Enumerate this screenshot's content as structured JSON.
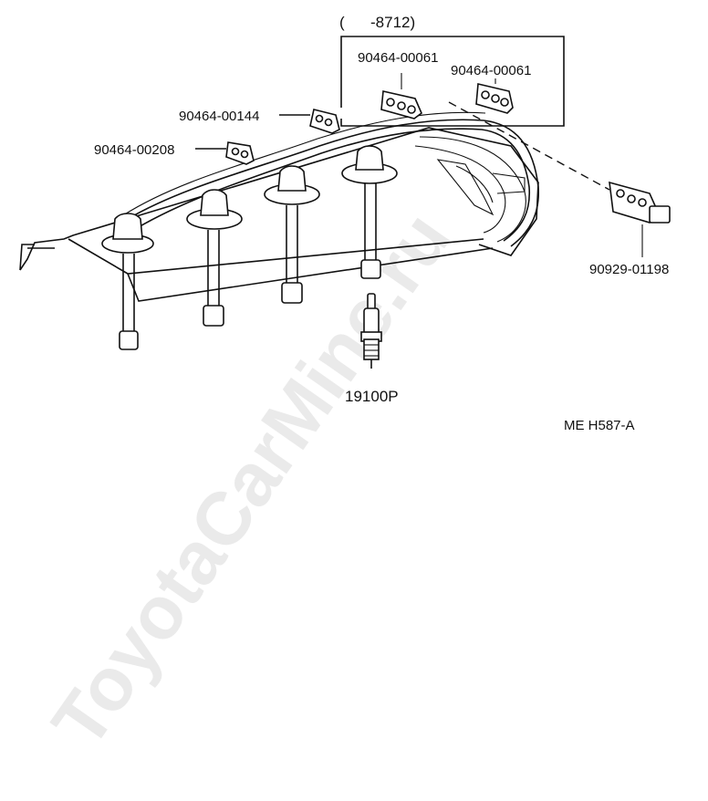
{
  "diagram": {
    "watermark": "ToyotaCarMine.ru",
    "range_note": "(      -8712)",
    "figure_code": "ME H587-A",
    "parts": [
      {
        "id": "clamp_a",
        "label": "90464-00061"
      },
      {
        "id": "clamp_b",
        "label": "90464-00061"
      },
      {
        "id": "clamp_c",
        "label": "90464-00144"
      },
      {
        "id": "clamp_d",
        "label": "90464-00208"
      },
      {
        "id": "holder",
        "label": "90929-01198"
      },
      {
        "id": "spark_plug",
        "label": "19100P"
      }
    ]
  }
}
